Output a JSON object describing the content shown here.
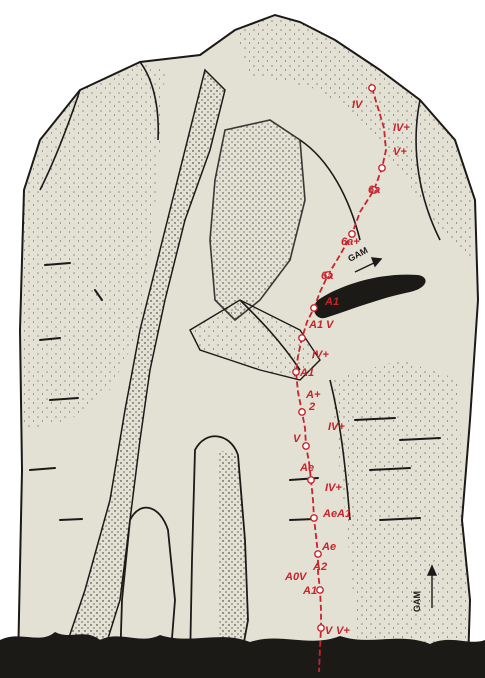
{
  "topo": {
    "route_color": "#c8242b",
    "rock_fill": "#e3e0d4",
    "ink_color": "#1c1a17",
    "labels": {
      "g1": "IV",
      "g2": "IV+",
      "g3": "V+",
      "g4": "6a",
      "g5": "6a+",
      "g6": "6a",
      "g7": "A1",
      "g8": "A1",
      "g9": "V",
      "g10": "IV+",
      "g11": "A1",
      "g12": "A+",
      "g13": "2",
      "g14": "V",
      "g15": "IV+",
      "g16": "Ae",
      "g17": "IV+",
      "g18": "AeA1",
      "g19": "Ae",
      "g20": "A2",
      "g21": "A0V",
      "g22": "A1",
      "g23": "V",
      "g24": "V+"
    },
    "gam_upper": "GAM",
    "gam_lower": "GAM"
  }
}
